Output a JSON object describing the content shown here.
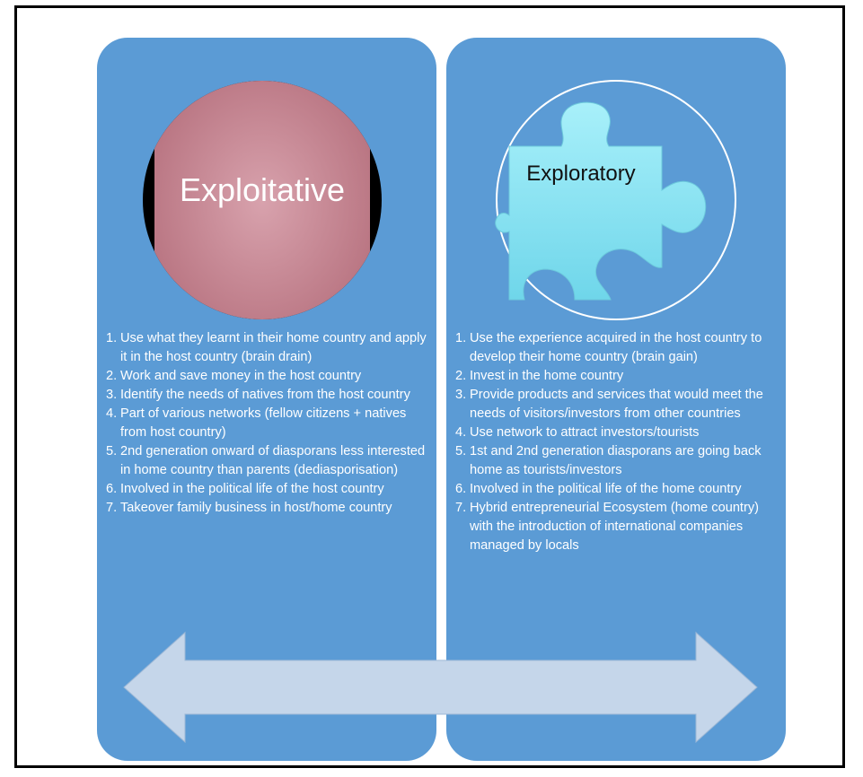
{
  "left": {
    "circle_label": "Exploitative",
    "items": [
      {
        "num": "1.",
        "text": "Use what they learnt in their home country and apply it in the host country (brain drain)"
      },
      {
        "num": "2.",
        "text": "Work and save money in the host country"
      },
      {
        "num": "3.",
        "text": "Identify the needs of natives from the host country"
      },
      {
        "num": "4.",
        "text": "Part of various networks (fellow citizens + natives from host country)"
      },
      {
        "num": "5.",
        "text": "2nd generation onward of diasporans less interested in home country than parents (dediasporisation)"
      },
      {
        "num": "6.",
        "text": "Involved in the political life of the host country"
      },
      {
        "num": "7.",
        "text": "Takeover family business in host/home country"
      }
    ]
  },
  "right": {
    "circle_label": "Exploratory",
    "items": [
      {
        "num": "1.",
        "text": "Use the experience acquired in the host country to develop their home country (brain gain)"
      },
      {
        "num": "2.",
        "text": "Invest in the home country"
      },
      {
        "num": "3.",
        "text": "Provide products and services that would meet the needs of visitors/investors from other countries"
      },
      {
        "num": "4.",
        "text": "Use network to attract investors/tourists"
      },
      {
        "num": "5.",
        "text": "1st and 2nd generation diasporans are going back home as tourists/investors"
      },
      {
        "num": "6.",
        "text": "Involved in the political life of the home country"
      },
      {
        "num": "7.",
        "text": "Hybrid entrepreneurial Ecosystem (home country) with the introduction of international companies managed by locals"
      }
    ]
  },
  "colors": {
    "panel": "#5b9bd5",
    "exploitative_circle": "#c48a96",
    "puzzle": "#8fe3f2",
    "arrow": "#c5d6ea"
  }
}
